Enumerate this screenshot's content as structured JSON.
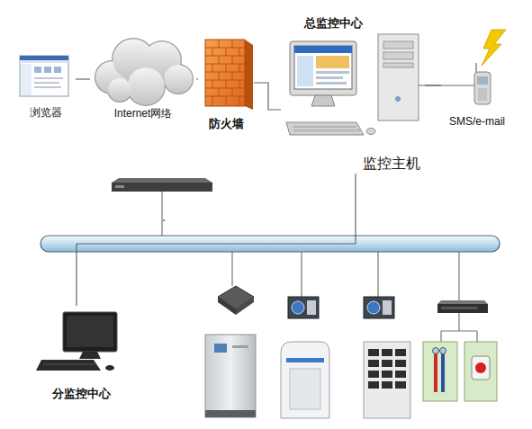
{
  "diagram": {
    "nodes": [
      {
        "text": [
          "浏览器"
        ]
      },
      {
        "text": [
          "Internet网络"
        ]
      },
      {
        "text": [
          "防火墙"
        ]
      },
      {
        "text": [
          "总监控中心",
          "监控主机"
        ]
      },
      {
        "text": [
          "SMS/e-mail"
        ]
      },
      {
        "text": [
          "分监控中心"
        ]
      }
    ],
    "edges": [
      {
        "from": 0,
        "to": 1,
        "arrow": "none"
      },
      {
        "from": 1,
        "to": 2,
        "arrow": "none"
      },
      {
        "from": 2,
        "to": 3,
        "arrow": "none"
      },
      {
        "from": 3,
        "to": 4,
        "arrow": "none"
      },
      {
        "from": 3,
        "to": 5,
        "arrow": "none"
      }
    ]
  }
}
